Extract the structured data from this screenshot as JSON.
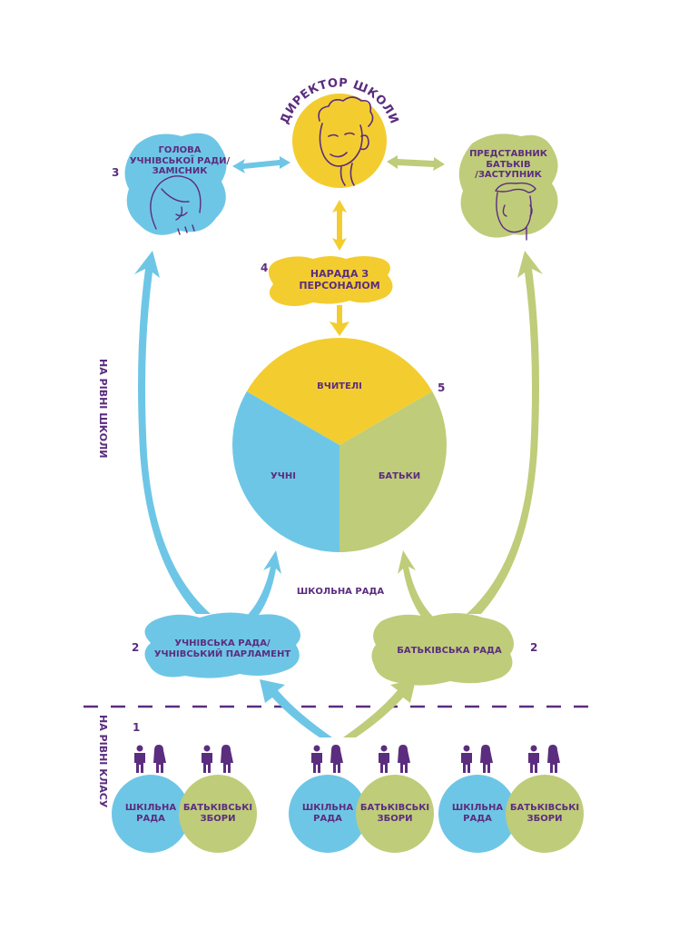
{
  "colors": {
    "purple": "#5b2d7f",
    "yellow": "#f3cd2f",
    "blue": "#6ec6e6",
    "green": "#bfcc79"
  },
  "director": {
    "title": "ДИРЕКТОР ШКОЛИ",
    "icon": "director-face-icon"
  },
  "student_head": {
    "number": "3",
    "lines": [
      "ГОЛОВА",
      "УЧНІВСЬКОЇ РАДИ/",
      "ЗАМІСНИК"
    ],
    "icon": "student-face-icon"
  },
  "parent_rep": {
    "lines": [
      "ПРЕДСТАВНИК",
      "БАТЬКІВ",
      "/ЗАСТУПНИК"
    ],
    "icon": "parent-face-icon"
  },
  "staff_meeting": {
    "number": "4",
    "lines": [
      "НАРАДА З",
      "ПЕРСОНАЛОМ"
    ]
  },
  "school_council": {
    "number": "5",
    "label": "ШКОЛЬНА РАДА",
    "segments": [
      {
        "label": "ВЧИТЕЛІ",
        "share": 0.3333,
        "color": "#f3cd2f"
      },
      {
        "label": "БАТЬКИ",
        "share": 0.3333,
        "color": "#bfcc79"
      },
      {
        "label": "УЧНІ",
        "share": 0.3333,
        "color": "#6ec6e6"
      }
    ]
  },
  "student_parliament": {
    "number": "2",
    "lines": [
      "УЧНІВСЬКА РАДА/",
      "УЧНІВСЬКИЙ ПАРЛАМЕНТ"
    ]
  },
  "parent_council": {
    "number": "2",
    "label": "БАТЬКІВСЬКА РАДА"
  },
  "levels": {
    "school": "НА РІВНІ ШКОЛИ",
    "class": "НА РІВНІ КЛАСУ",
    "class_number": "1"
  },
  "class_groups": [
    {
      "council": [
        "ШКІЛЬНА",
        "РАДА"
      ],
      "meeting": [
        "БАТЬКІВСЬКІ",
        "ЗБОРИ"
      ]
    },
    {
      "council": [
        "ШКІЛЬНА",
        "РАДА"
      ],
      "meeting": [
        "БАТЬКІВСЬКІ",
        "ЗБОРИ"
      ]
    },
    {
      "council": [
        "ШКІЛЬНА",
        "РАДА"
      ],
      "meeting": [
        "БАТЬКІВСЬКІ",
        "ЗБОРИ"
      ]
    }
  ]
}
